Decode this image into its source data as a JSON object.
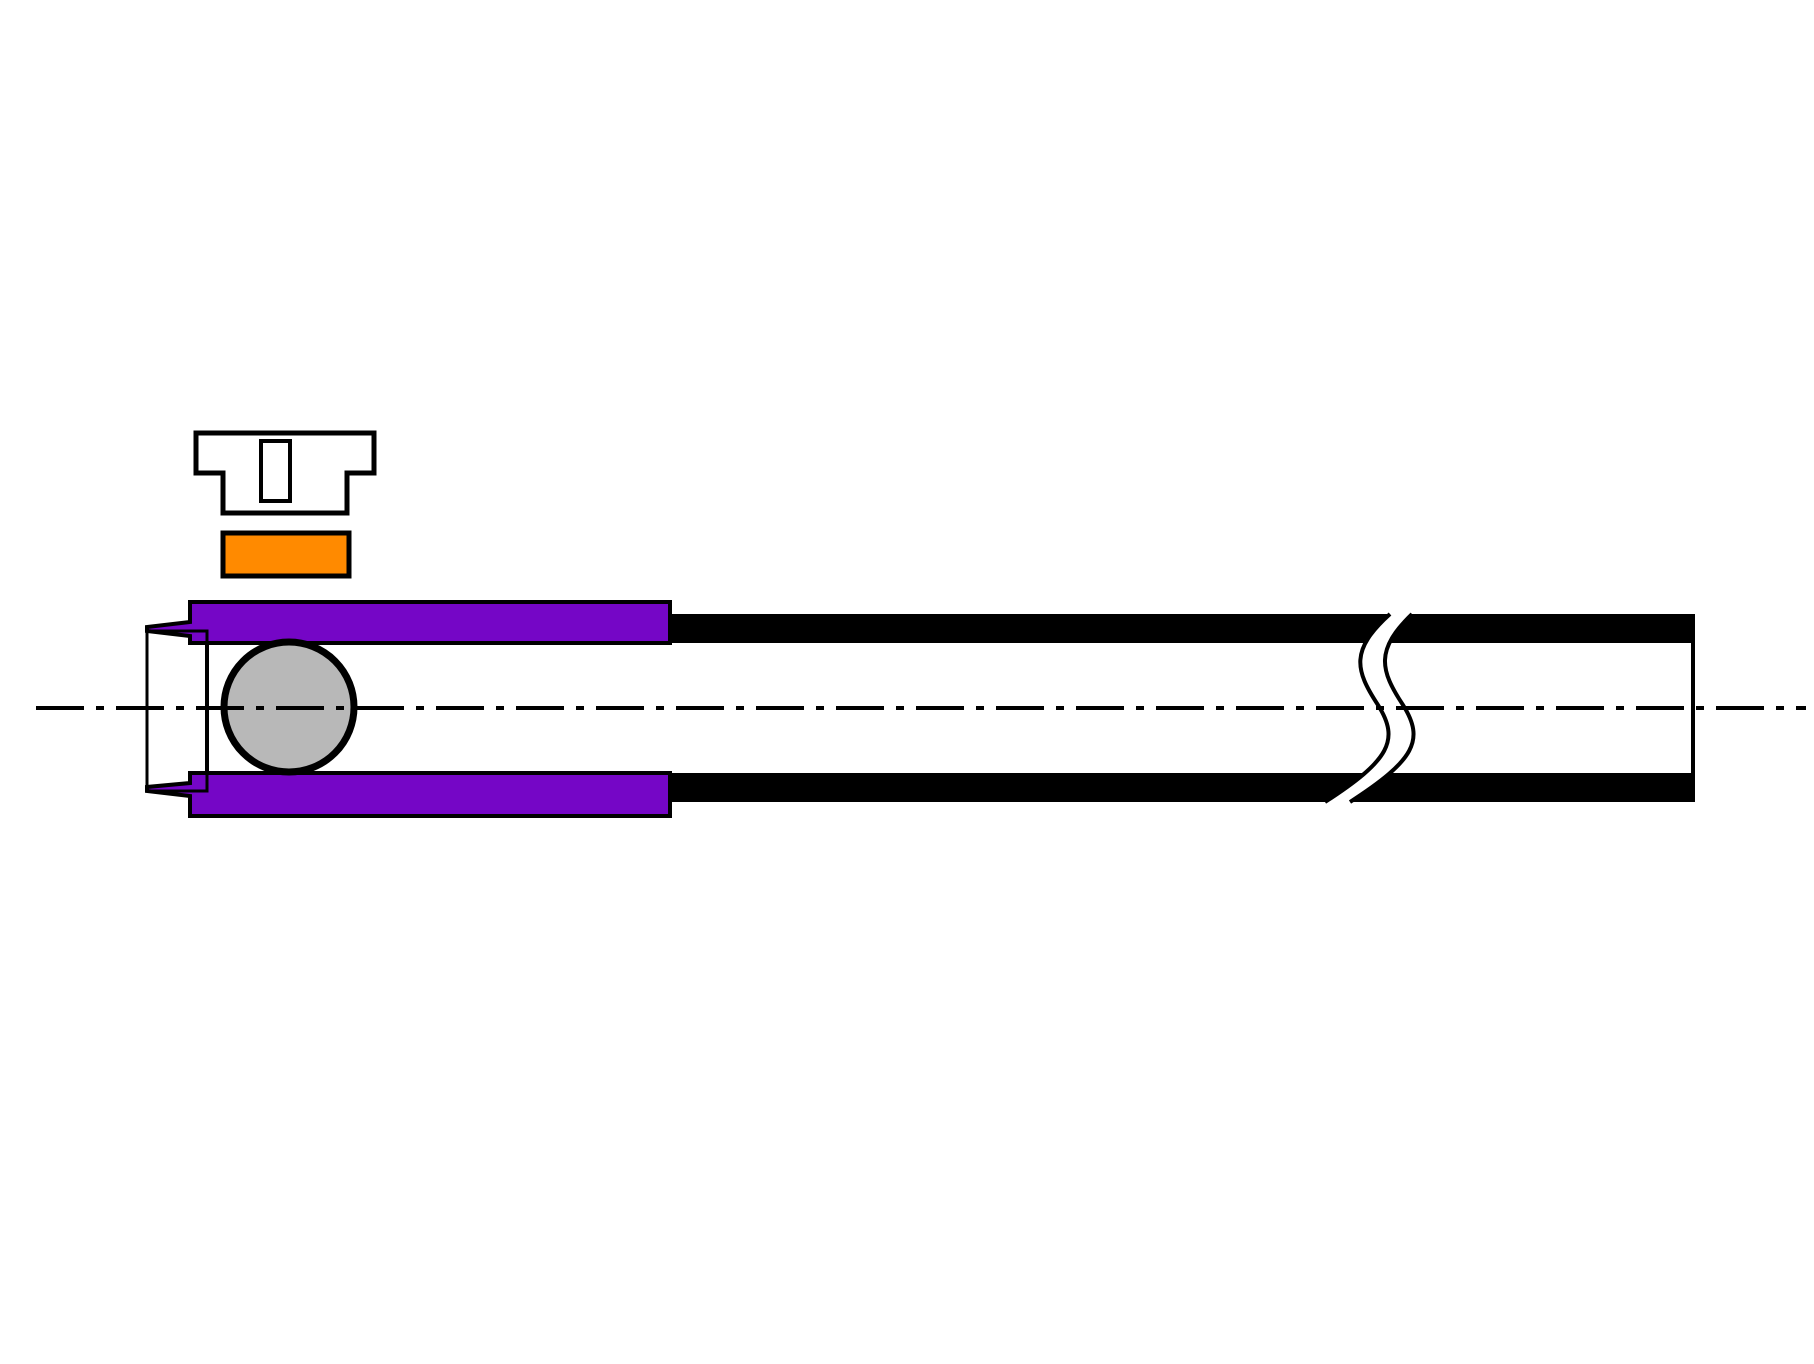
{
  "diagram": {
    "colors": {
      "background": "#ffffff",
      "outline": "#000000",
      "sleeve": "#7506c6",
      "pad": "#ff8a00",
      "ball": "#b8b8b8",
      "cap": "#ffffff"
    },
    "parts": [
      "cap",
      "pad",
      "sleeve",
      "tube",
      "ball",
      "centerline",
      "break-line"
    ]
  }
}
